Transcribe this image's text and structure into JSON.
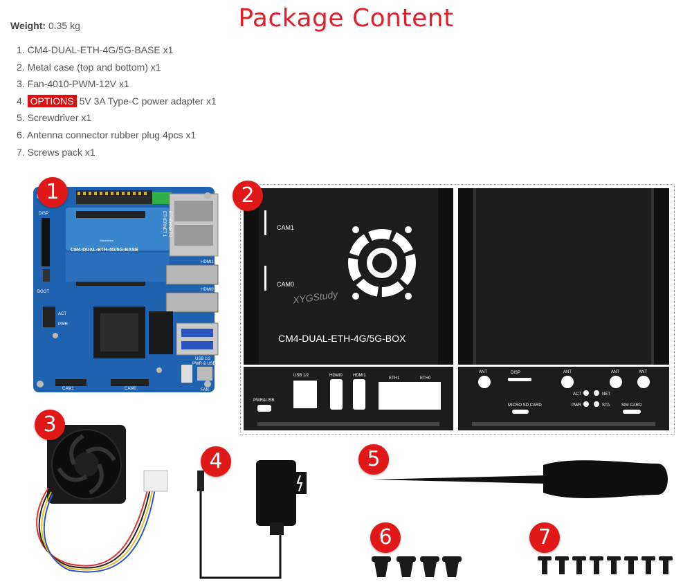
{
  "title": "Package Content",
  "weight": {
    "label": "Weight:",
    "value": "0.35 kg"
  },
  "items": [
    {
      "num": "1.",
      "text": "CM4-DUAL-ETH-4G/5G-BASE x1"
    },
    {
      "num": "2.",
      "text": "Metal case (top and bottom) x1"
    },
    {
      "num": "3.",
      "text": "Fan-4010-PWM-12V x1"
    },
    {
      "num": "4.",
      "tag": "OPTIONS",
      "text": "5V 3A Type-C power adapter x1"
    },
    {
      "num": "5.",
      "text": "Screwdriver x1"
    },
    {
      "num": "6.",
      "text": "Antenna connector rubber plug 4pcs x1"
    },
    {
      "num": "7.",
      "text": "Screws pack x1"
    }
  ],
  "badges": [
    "1",
    "2",
    "3",
    "4",
    "5",
    "6",
    "7"
  ],
  "board": {
    "brand": "Waveshare",
    "name": "CM4-DUAL-ETH-4G/5G-BASE",
    "labels": {
      "disp": "DISP",
      "boot": "BOOT",
      "eth1": "ETHERNET 1",
      "eth0": "ETHERNET 0",
      "hdmi1": "HDMI1",
      "hdmi0": "HDMI0",
      "usb": "USB 1/2",
      "act": "ACT",
      "pwr": "PWR",
      "pwrusb": "PWR & USB",
      "cam1": "CAM1",
      "cam0": "CAM0",
      "fan": "FAN"
    }
  },
  "case": {
    "cam1": "CAM1",
    "cam0": "CAM0",
    "name": "CM4-DUAL-ETH-4G/5G-BOX",
    "watermark": "XYGStudy",
    "front": {
      "pwrusb": "PWR&USB",
      "usb": "USB 1/2",
      "hdmi0": "HDMI0",
      "hdmi1": "HDMI1",
      "eth1": "ETH1",
      "eth0": "ETH0"
    },
    "back": {
      "ant": "ANT",
      "disp": "DISP",
      "act": "ACT",
      "net": "NET",
      "pwr": "PWR",
      "sta": "STA",
      "microsd": "MICRO SD CARD",
      "sim": "SIM CARD"
    }
  },
  "colors": {
    "title": "#e0202a",
    "badge": "#e01818",
    "board": "#1f62b0",
    "case": "#1c1c1c"
  }
}
